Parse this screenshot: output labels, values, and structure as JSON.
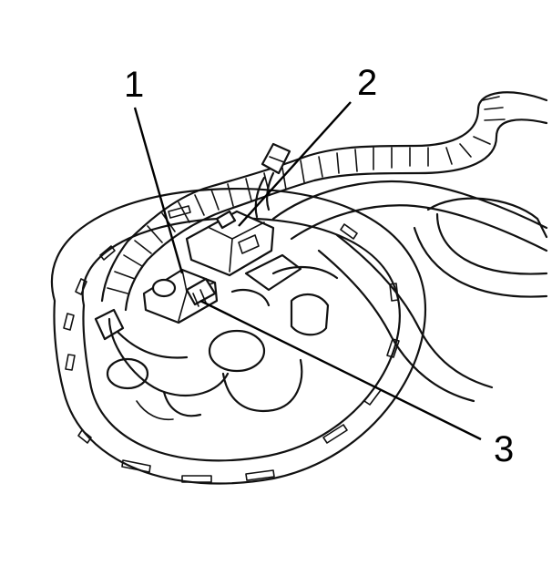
{
  "diagram": {
    "subject": "fuel-pump-module-connector",
    "callouts": [
      {
        "id": "1",
        "label": "1"
      },
      {
        "id": "2",
        "label": "2"
      },
      {
        "id": "3",
        "label": "3"
      }
    ]
  }
}
